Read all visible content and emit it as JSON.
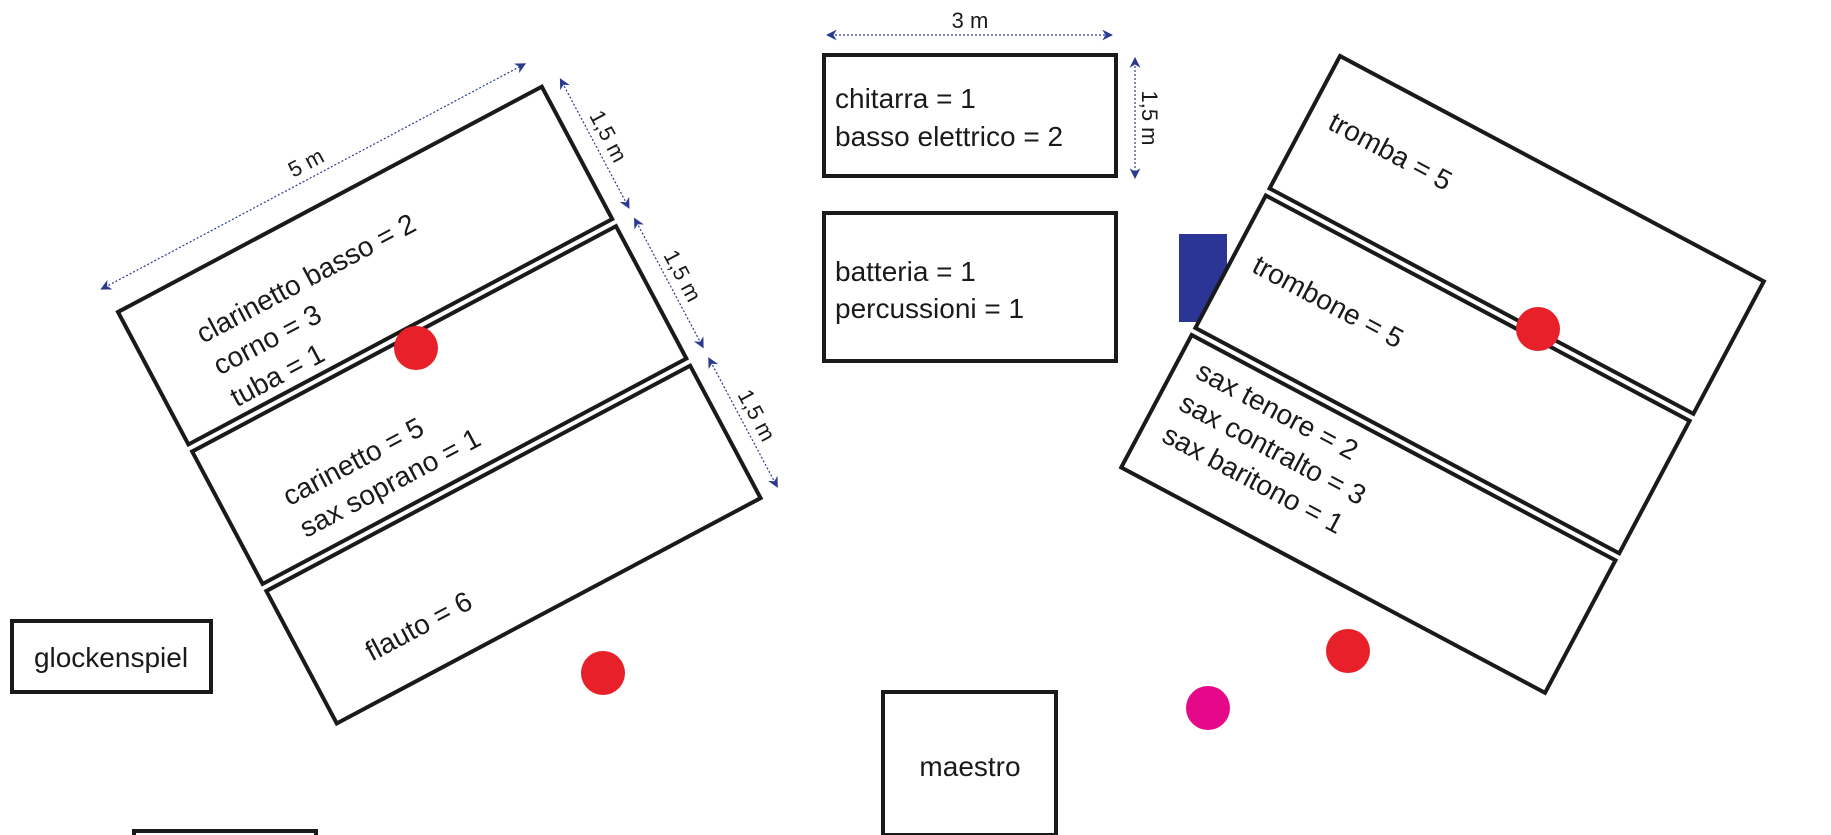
{
  "sections": {
    "chitarra": {
      "lines": [
        "chitarra = 1",
        "basso elettrico = 2"
      ]
    },
    "batteria": {
      "lines": [
        "batteria = 1",
        "percussioni = 1"
      ]
    },
    "clarinetto_basso": {
      "lines": [
        "clarinetto basso = 2",
        "corno = 3",
        "tuba = 1"
      ]
    },
    "carinetto": {
      "lines": [
        "carinetto = 5",
        "sax soprano = 1"
      ]
    },
    "flauto": {
      "lines": [
        "flauto = 6"
      ]
    },
    "tromba": {
      "lines": [
        "tromba = 5"
      ]
    },
    "trombone": {
      "lines": [
        "trombone = 5"
      ]
    },
    "sax": {
      "lines": [
        "sax tenore = 2",
        "sax contralto = 3",
        "sax baritono = 1"
      ]
    },
    "glockenspiel": {
      "label": "glockenspiel"
    },
    "maestro": {
      "label": "maestro"
    }
  },
  "dimensions": {
    "width_top": "3 m",
    "height_top": "1,5 m",
    "left_length": "5 m",
    "left_row1": "1,5 m",
    "left_row2": "1,5 m",
    "left_row3": "1,5 m"
  },
  "colors": {
    "dot_red": "#e8202a",
    "dot_magenta": "#e5098a",
    "block_blue": "#2b3595",
    "arrow": "#2b3a8f"
  }
}
